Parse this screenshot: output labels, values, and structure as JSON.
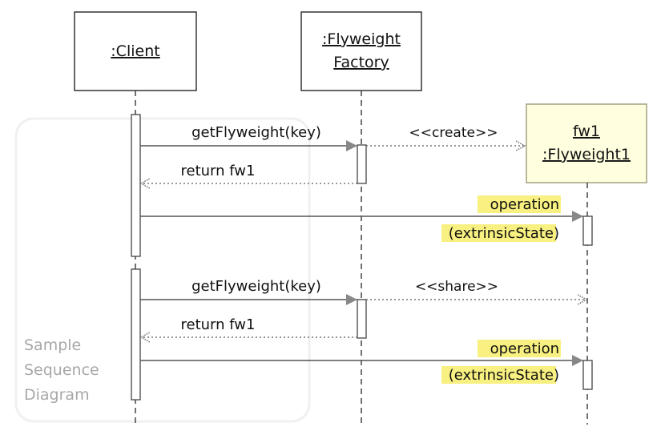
{
  "participants": {
    "client": {
      "label": ":Client"
    },
    "factory": {
      "line1": ":Flyweight",
      "line2": "Factory"
    },
    "flyweight": {
      "line1": "fw1",
      "line2": ":Flyweight1"
    }
  },
  "messages": {
    "get_flyweight_1": "getFlyweight(key)",
    "create": "<<create>>",
    "return_1": "return fw1",
    "operation_1_line1": "operation",
    "operation_1_line2_prefix": "(",
    "operation_1_line2_highlight": "extrinsicState",
    "operation_1_line2_suffix": ")",
    "get_flyweight_2": "getFlyweight(key)",
    "share": "<<share>>",
    "return_2": "return fw1",
    "operation_2_line1": "operation",
    "operation_2_line2_prefix": "(",
    "operation_2_line2_highlight": "extrinsicState",
    "operation_2_line2_suffix": ")"
  },
  "caption": {
    "line1": "Sample",
    "line2": "Sequence",
    "line3": "Diagram"
  },
  "colors": {
    "box_border": "#333333",
    "fw_box_fill": "#ffffe0",
    "fw_box_border": "#a0a080",
    "highlight": "#f8f080",
    "line": "#555555",
    "caption_text": "#a8a8a8",
    "caption_border": "#f0f0f0"
  }
}
